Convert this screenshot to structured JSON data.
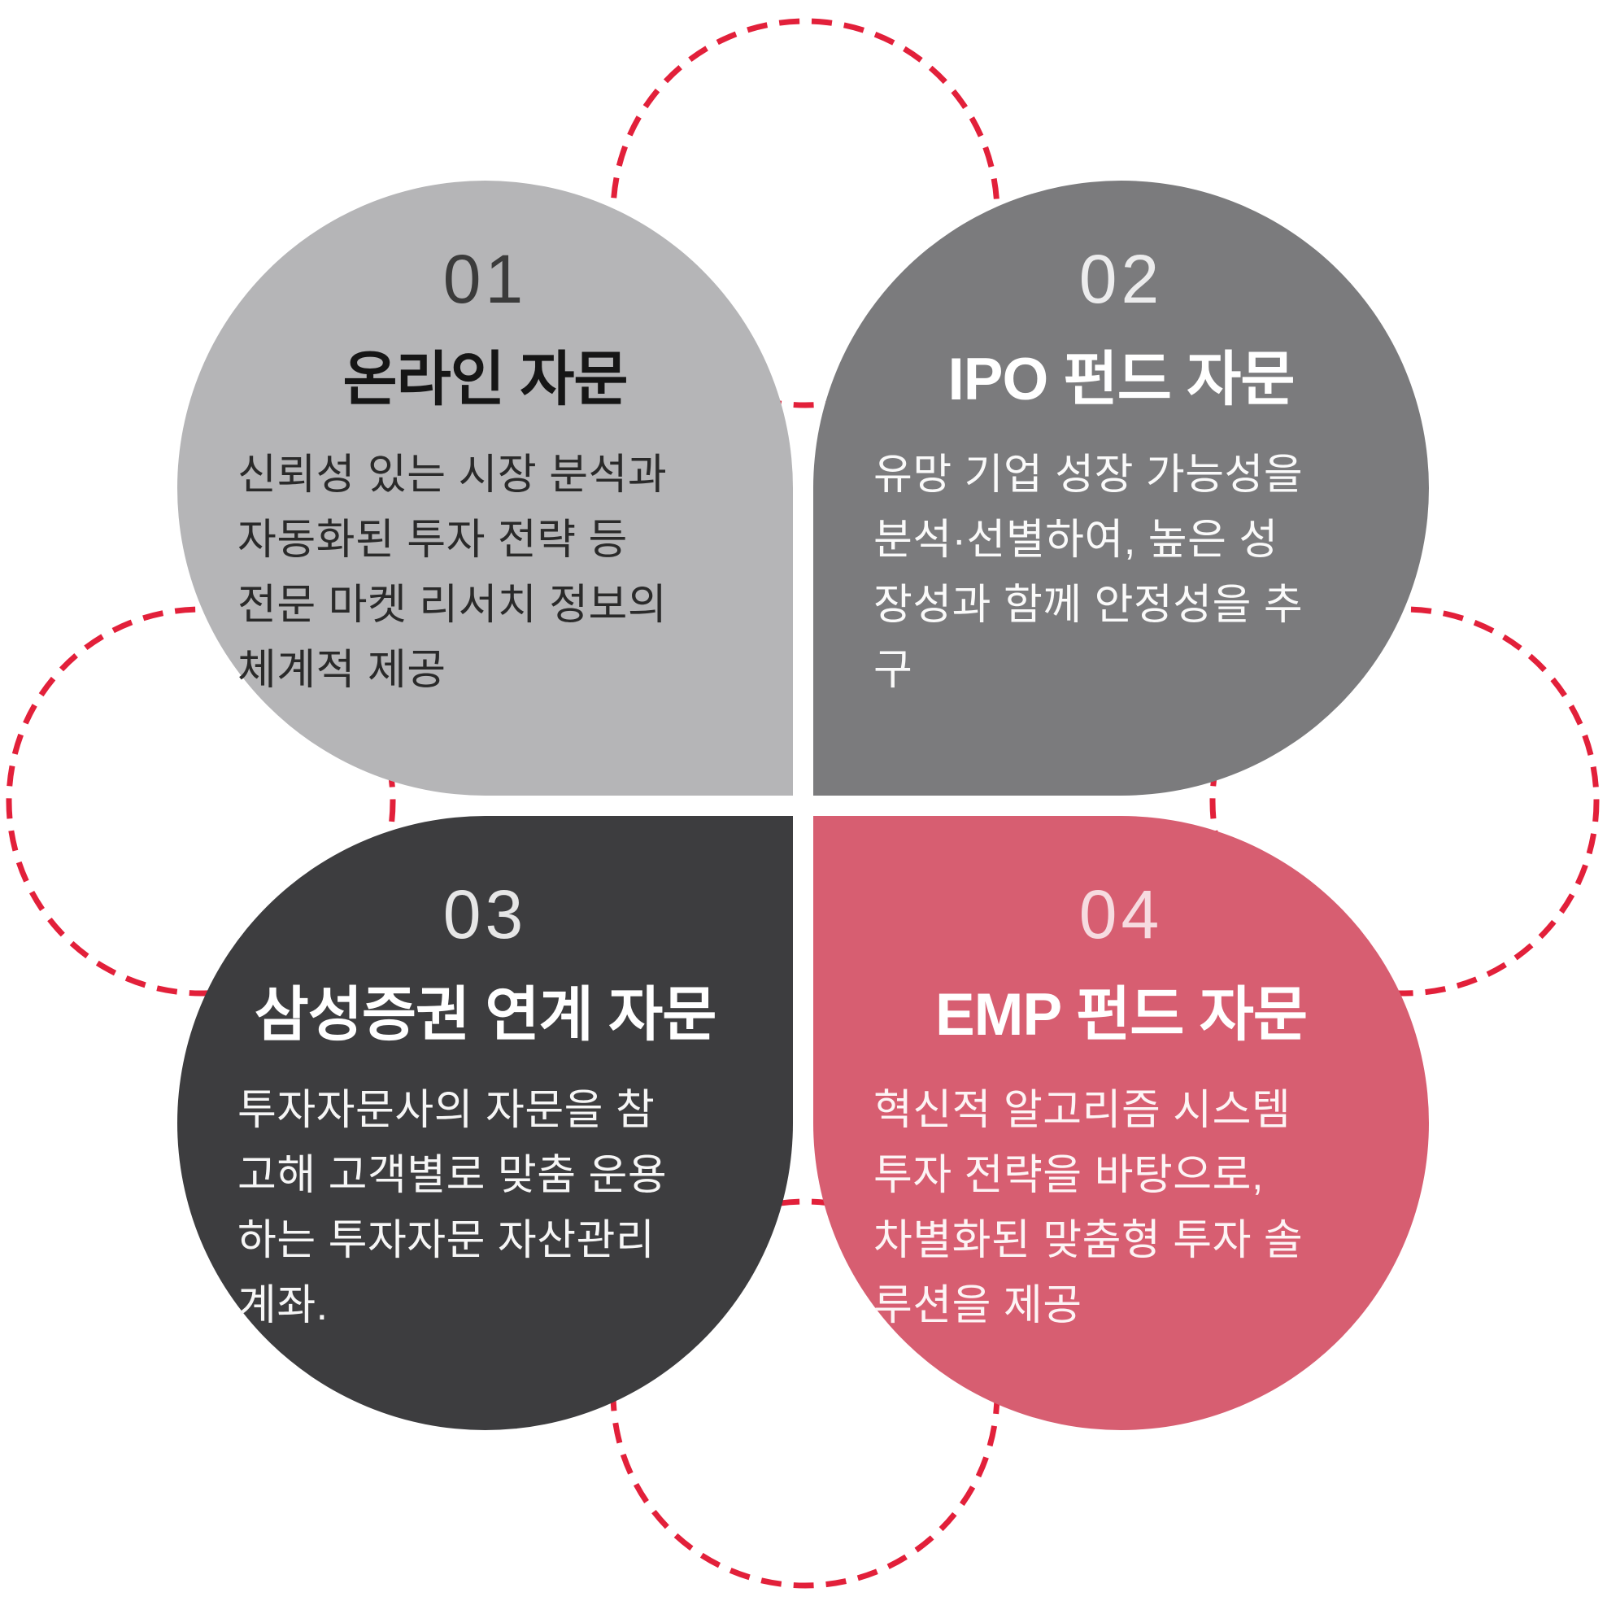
{
  "theme": {
    "background_color": "#ffffff",
    "dashed_circle_color": "#e2203a"
  },
  "petals": [
    {
      "number": "01",
      "title": "온라인 자문",
      "body_lines": [
        "신뢰성 있는 시장 분석과",
        "자동화된  투자  전략  등",
        "전문 마켓 리서치 정보의",
        "체계적 제공"
      ],
      "bg_color": "#b5b5b7",
      "number_color": "#3b3b3b",
      "title_color": "#161616",
      "body_color": "#2a2a2a"
    },
    {
      "number": "02",
      "title": "IPO 펀드 자문",
      "body_lines": [
        "유망 기업 성장 가능성을",
        "분석·선별하여,  높은  성",
        "장성과 함께 안정성을 추",
        "구"
      ],
      "bg_color": "#7b7b7d",
      "number_color": "#ececed",
      "title_color": "#ffffff",
      "body_color": "#fafafa"
    },
    {
      "number": "03",
      "title": "삼성증권 연계 자문",
      "body_lines": [
        "투자자문사의 자문을 참",
        "고해 고객별로 맞춤 운용",
        "하는 투자자문 자산관리",
        "계좌."
      ],
      "bg_color": "#3d3d3f",
      "number_color": "#e6e6e6",
      "title_color": "#ffffff",
      "body_color": "#f6f6f6"
    },
    {
      "number": "04",
      "title": "EMP 펀드 자문",
      "body_lines": [
        "혁신적 알고리즘 시스템",
        "투자  전략을  바탕으로,",
        "차별화된 맞춤형 투자 솔",
        "루션을 제공"
      ],
      "bg_color": "#d75e71",
      "number_color": "#f6dbe0",
      "title_color": "#ffffff",
      "body_color": "#fdf4f5"
    }
  ]
}
